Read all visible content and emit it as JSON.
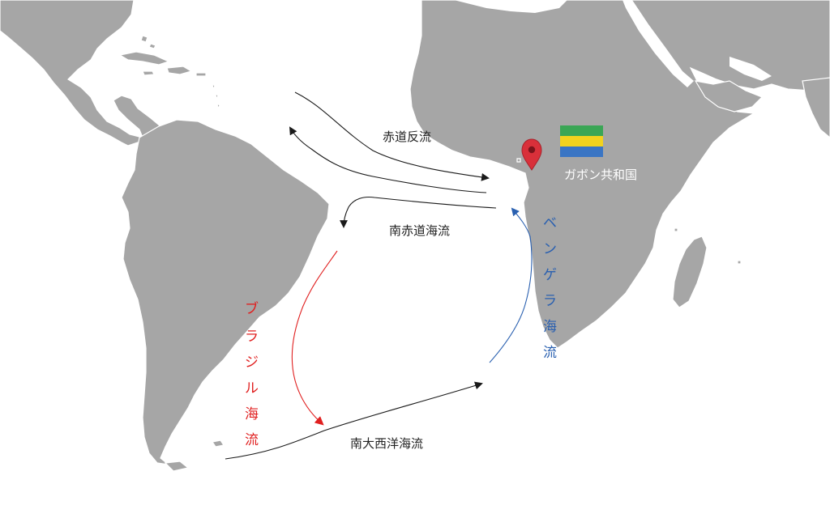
{
  "map": {
    "colors": {
      "land": "#a6a6a6",
      "sea": "#ffffff",
      "current_cold": "#2a60b0",
      "current_warm": "#e02020",
      "current_neutral": "#1a1a1a",
      "marker": "#d9303a"
    },
    "currents": {
      "equatorial_counter": "赤道反流",
      "south_equatorial": "南赤道海流",
      "south_atlantic": "南大西洋海流",
      "brazil": [
        "ブ",
        "ラ",
        "ジ",
        "ル",
        "海",
        "流"
      ],
      "benguela": [
        "ベ",
        "ン",
        "ゲ",
        "ラ",
        "海",
        "流"
      ]
    },
    "marker": {
      "label": "ガボン共和国",
      "icon": "map-pin-icon"
    },
    "flag": {
      "icon": "gabon-flag-icon",
      "stripes": [
        "#3aa655",
        "#f2d21e",
        "#3a75c4"
      ]
    }
  }
}
